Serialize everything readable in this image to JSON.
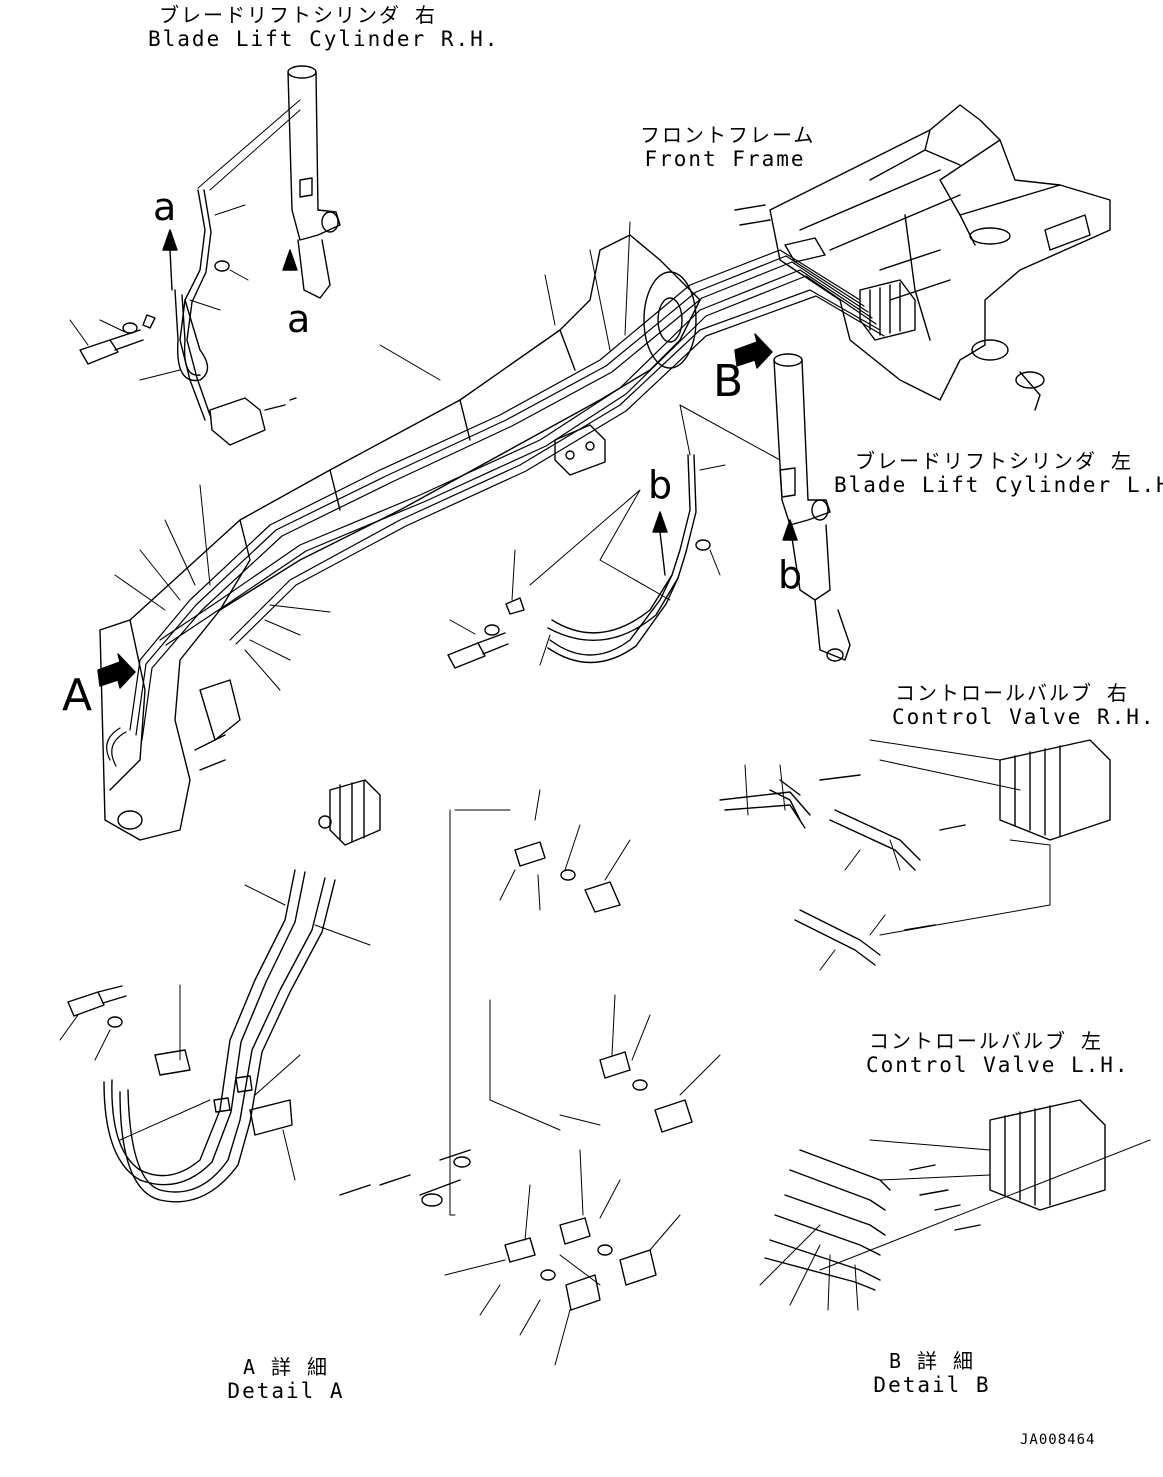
{
  "labels": {
    "blade_lift_rh": {
      "ja": "ブレードリフトシリンダ 右",
      "en": "Blade Lift Cylinder R.H."
    },
    "front_frame": {
      "ja": "フロントフレーム",
      "en": "Front Frame"
    },
    "blade_lift_lh": {
      "ja": "ブレードリフトシリンダ 左",
      "en": "Blade Lift Cylinder L.H."
    },
    "control_valve_rh": {
      "ja": "コントロールバルブ 右",
      "en": "Control Valve R.H."
    },
    "control_valve_lh": {
      "ja": "コントロールバルブ 左",
      "en": "Control Valve L.H."
    },
    "detail_a": {
      "ja": "A 詳 細",
      "en": "Detail A"
    },
    "detail_b": {
      "ja": "B 詳 細",
      "en": "Detail B"
    }
  },
  "callouts": {
    "a": "a",
    "b": "b",
    "A": "A",
    "B": "B"
  },
  "drawing_code": "JA008464",
  "colors": {
    "line": "#000000",
    "background": "#ffffff"
  }
}
